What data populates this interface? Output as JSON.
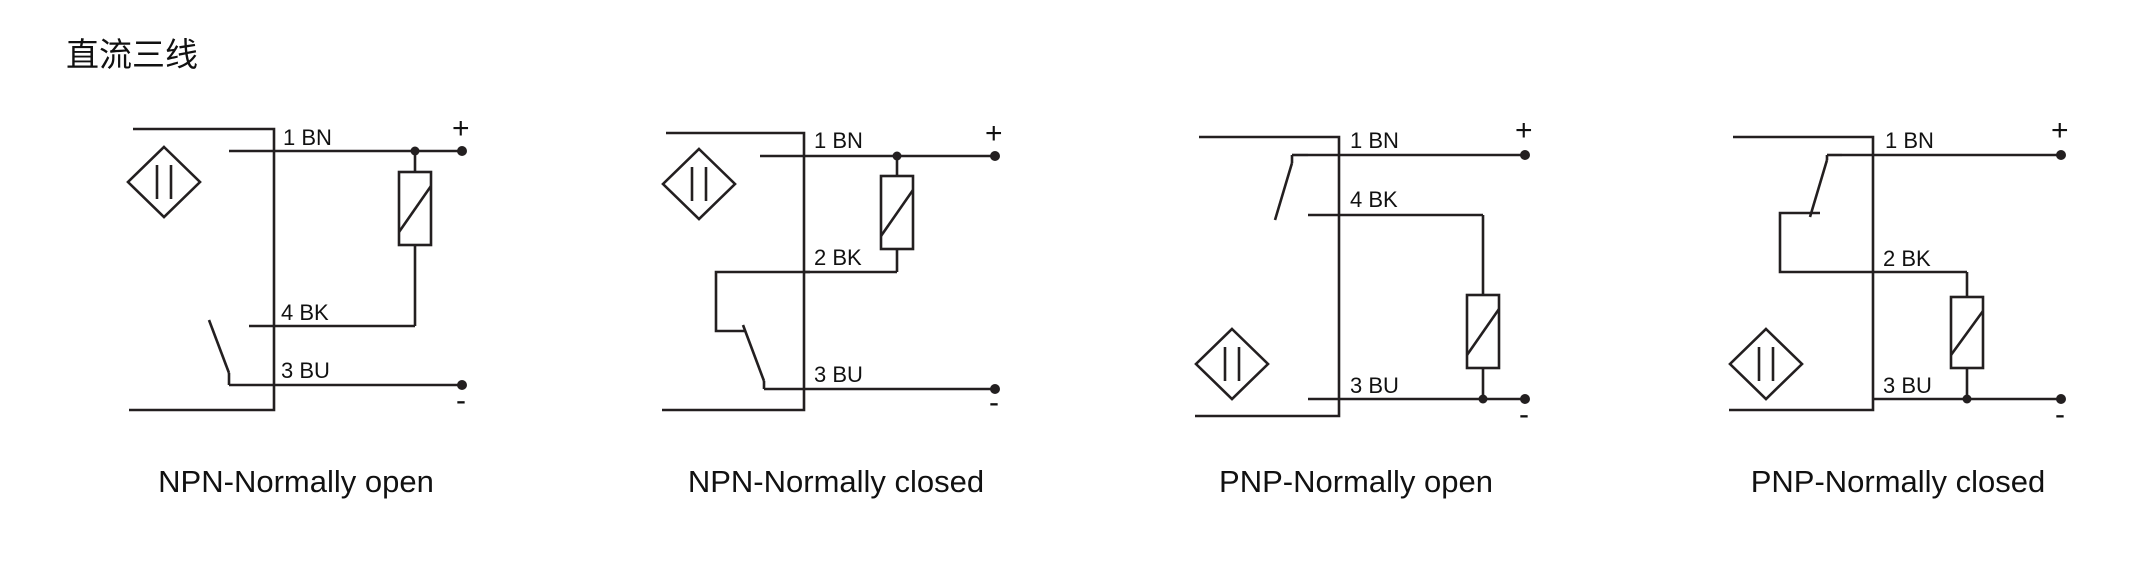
{
  "title": "直流三线",
  "diagrams": [
    {
      "caption": "NPN-Normally open",
      "wires": [
        "1 BN",
        "4 BK",
        "3 BU"
      ],
      "terminals": {
        "positive": "+",
        "negative": "-"
      }
    },
    {
      "caption": "NPN-Normally closed",
      "wires": [
        "1 BN",
        "2 BK",
        "3 BU"
      ],
      "terminals": {
        "positive": "+",
        "negative": "-"
      }
    },
    {
      "caption": "PNP-Normally open",
      "wires": [
        "1 BN",
        "4 BK",
        "3 BU"
      ],
      "terminals": {
        "positive": "+",
        "negative": "-"
      }
    },
    {
      "caption": "PNP-Normally closed",
      "wires": [
        "1 BN",
        "2 BK",
        "3 BU"
      ],
      "terminals": {
        "positive": "+",
        "negative": "-"
      }
    }
  ]
}
